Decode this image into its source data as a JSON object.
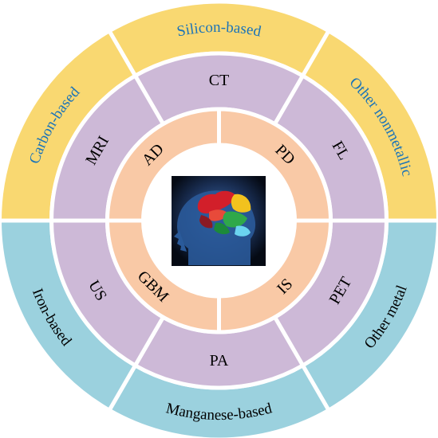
{
  "colors": {
    "outer_top": "#F9D871",
    "outer_bottom": "#9BD1DE",
    "middle": "#CDB9D7",
    "inner": "#F9C9A6",
    "separator": "#FFFFFF",
    "outer_top_text": "#1A73B8",
    "outer_bottom_text": "#000000",
    "middle_text": "#000000",
    "inner_text": "#000000"
  },
  "center_image": {
    "subject": "brain-head-icon"
  },
  "outer_ring": [
    {
      "label": "Silicon-based"
    },
    {
      "label": "Other nonmetallic"
    },
    {
      "label": "Other metal"
    },
    {
      "label": "Manganese-based"
    },
    {
      "label": "Iron-based"
    },
    {
      "label": "Carbon-based"
    }
  ],
  "middle_ring": [
    {
      "label": "CT"
    },
    {
      "label": "FL"
    },
    {
      "label": "PET"
    },
    {
      "label": "PA"
    },
    {
      "label": "US"
    },
    {
      "label": "MRI"
    }
  ],
  "inner_ring": [
    {
      "label": "PD"
    },
    {
      "label": "IS"
    },
    {
      "label": "GBM"
    },
    {
      "label": "AD"
    }
  ]
}
